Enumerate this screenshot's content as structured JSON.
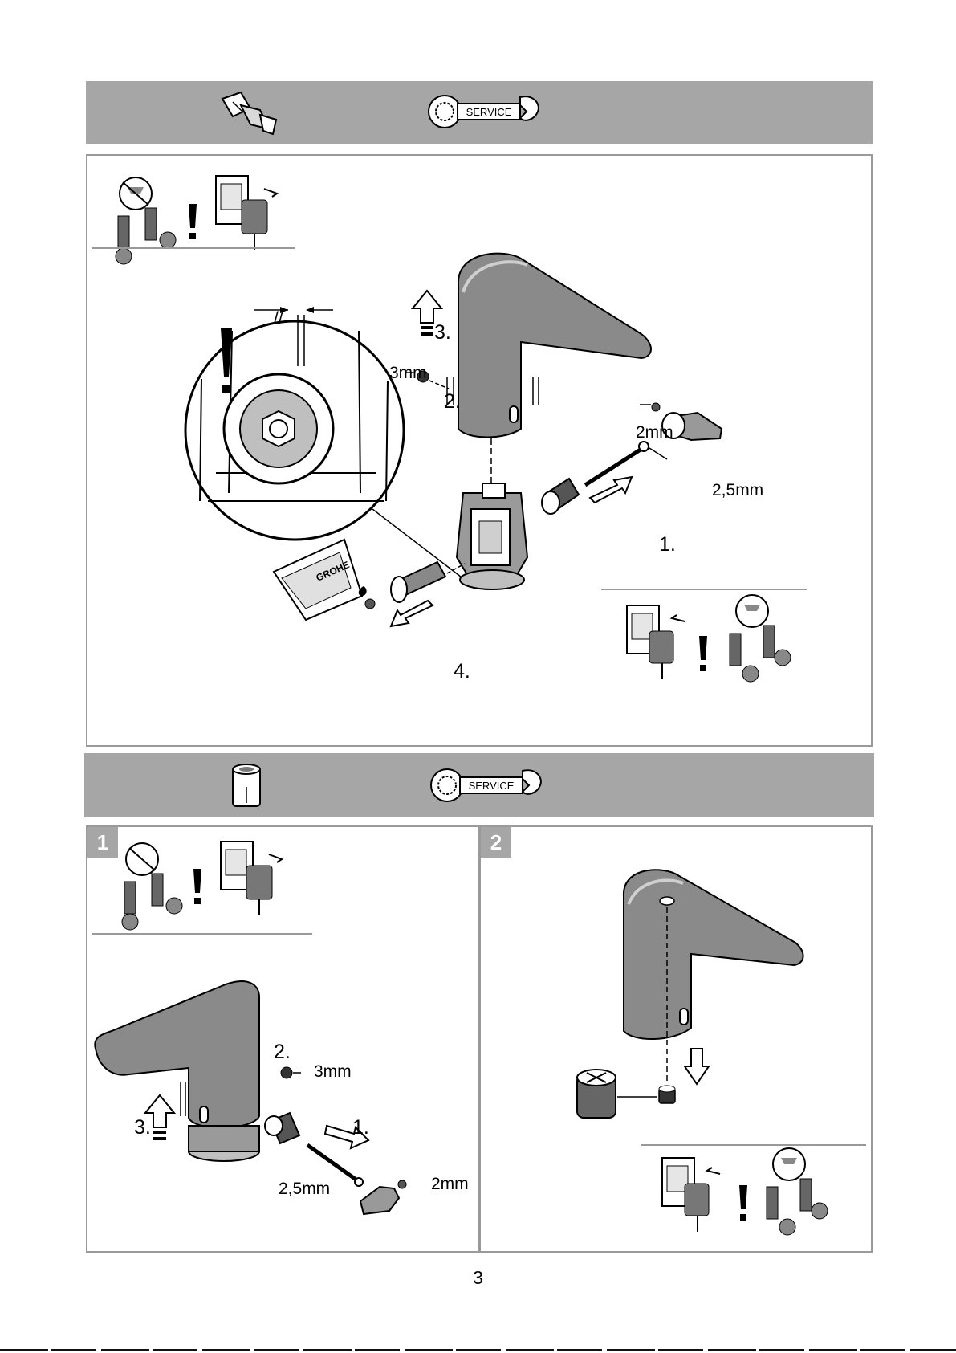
{
  "section_1": {
    "header": {
      "tool_icon": "cartridge-tool-icon",
      "badge_text": "SERVICE"
    },
    "callouts": {
      "parallel_mark": "//",
      "step_1": "1.",
      "step_2": "2.",
      "step_3": "3.",
      "step_4": "4.",
      "size_3mm": "3mm",
      "size_2mm": "2mm",
      "size_25mm": "2,5mm",
      "grease_brand": "GROHE"
    }
  },
  "section_2": {
    "header": {
      "tool_icon": "aerator-icon",
      "badge_text": "SERVICE"
    },
    "step_1": {
      "badge": "1",
      "callouts": {
        "step_1": "1.",
        "step_2": "2.",
        "step_3": "3.",
        "size_3mm": "3mm",
        "size_2mm": "2mm",
        "size_25mm": "2,5mm"
      }
    },
    "step_2": {
      "badge": "2"
    }
  },
  "footer": {
    "page_number": "3"
  },
  "colors": {
    "header_bar": "#a6a6a6",
    "panel_border": "#9a9a9a",
    "chrome": "#8a8a8a"
  }
}
